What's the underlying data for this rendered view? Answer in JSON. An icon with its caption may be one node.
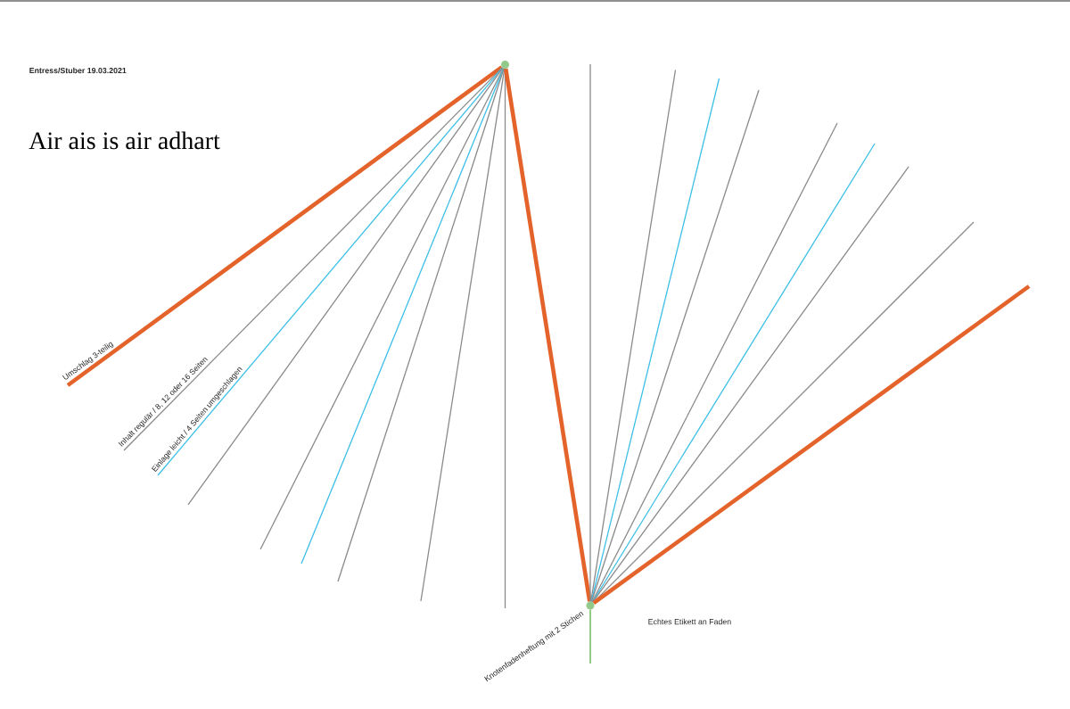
{
  "diagram": {
    "title": "Air ais is air adhart",
    "nodes": [
      {
        "text": [],
        "shape": "circle"
      },
      {
        "text": [],
        "shape": "circle"
      }
    ],
    "edges": [
      {
        "from": 0,
        "to": null,
        "arrow": "none",
        "label": "Umschlag 3-teilig",
        "style": "thick",
        "color": "#e4632b"
      },
      {
        "from": 0,
        "to": null,
        "arrow": "none",
        "label": "Inhalt regulär / 8, 12 oder 16 Seiten"
      },
      {
        "from": 0,
        "to": null,
        "arrow": "none",
        "label": "Einlage leicht / 4 Seiten umgeschlagen",
        "color": "#3dbfe8"
      },
      {
        "from": 0,
        "to": null,
        "arrow": "none"
      },
      {
        "from": 0,
        "to": null,
        "arrow": "none"
      },
      {
        "from": 0,
        "to": null,
        "arrow": "none",
        "color": "#3dbfe8"
      },
      {
        "from": 0,
        "to": null,
        "arrow": "none"
      },
      {
        "from": 0,
        "to": null,
        "arrow": "none"
      },
      {
        "from": 0,
        "to": null,
        "arrow": "none"
      },
      {
        "from": 0,
        "to": 1,
        "arrow": "none",
        "style": "thick",
        "color": "#e4632b"
      },
      {
        "from": 1,
        "to": null,
        "arrow": "none"
      },
      {
        "from": 1,
        "to": null,
        "arrow": "none"
      },
      {
        "from": 1,
        "to": null,
        "arrow": "none",
        "color": "#3dbfe8"
      },
      {
        "from": 1,
        "to": null,
        "arrow": "none"
      },
      {
        "from": 1,
        "to": null,
        "arrow": "none"
      },
      {
        "from": 1,
        "to": null,
        "arrow": "none",
        "color": "#3dbfe8"
      },
      {
        "from": 1,
        "to": null,
        "arrow": "none"
      },
      {
        "from": 1,
        "to": null,
        "arrow": "none"
      },
      {
        "from": 1,
        "to": null,
        "arrow": "none",
        "style": "thick",
        "color": "#e4632b"
      },
      {
        "from": 1,
        "to": null,
        "arrow": "none",
        "label": "Knotenfadenheftung mit 2 Stichen",
        "color": "#8dc880"
      }
    ],
    "labels": [
      "Entress/Stuber 19.03.2021",
      "Echtes Etikett an Faden"
    ]
  }
}
